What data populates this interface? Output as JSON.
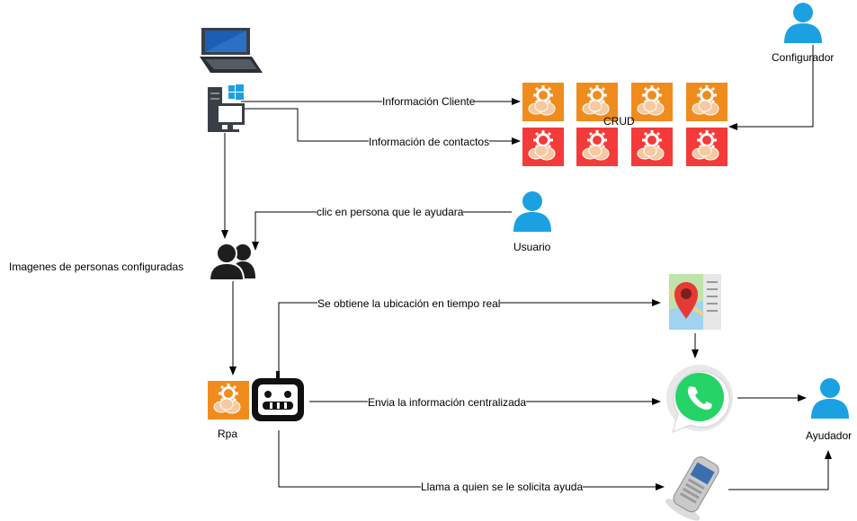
{
  "labels": {
    "info_cliente": "Información Cliente",
    "info_contactos": "Información de contactos",
    "crud": "CRUD",
    "configurador": "Configurador",
    "clic_persona": "clic en persona que le ayudara",
    "usuario": "Usuario",
    "imagenes_personas": "Imagenes de personas configuradas",
    "ubicacion": "Se obtiene la ubicación en tiempo real",
    "envia_info": "Envia la información centralizada",
    "rpa": "Rpa",
    "ayudador": "Ayudador",
    "llama": "Llama a quien se le solicita ayuda"
  },
  "icons": {
    "laptop": "laptop-icon",
    "pc": "windows-pc-icon",
    "gear_cloud": "gear-cloud-icon",
    "person": "person-icon",
    "group": "people-group-icon",
    "robot": "robot-icon",
    "map": "map-pin-icon",
    "whatsapp": "whatsapp-icon",
    "phone": "mobile-phone-icon"
  },
  "colors": {
    "orange_box": "#F08C1E",
    "red_box": "#F53A3A",
    "person_blue": "#1BA1E2",
    "whatsapp_green": "#25D366",
    "line": "#000000"
  }
}
